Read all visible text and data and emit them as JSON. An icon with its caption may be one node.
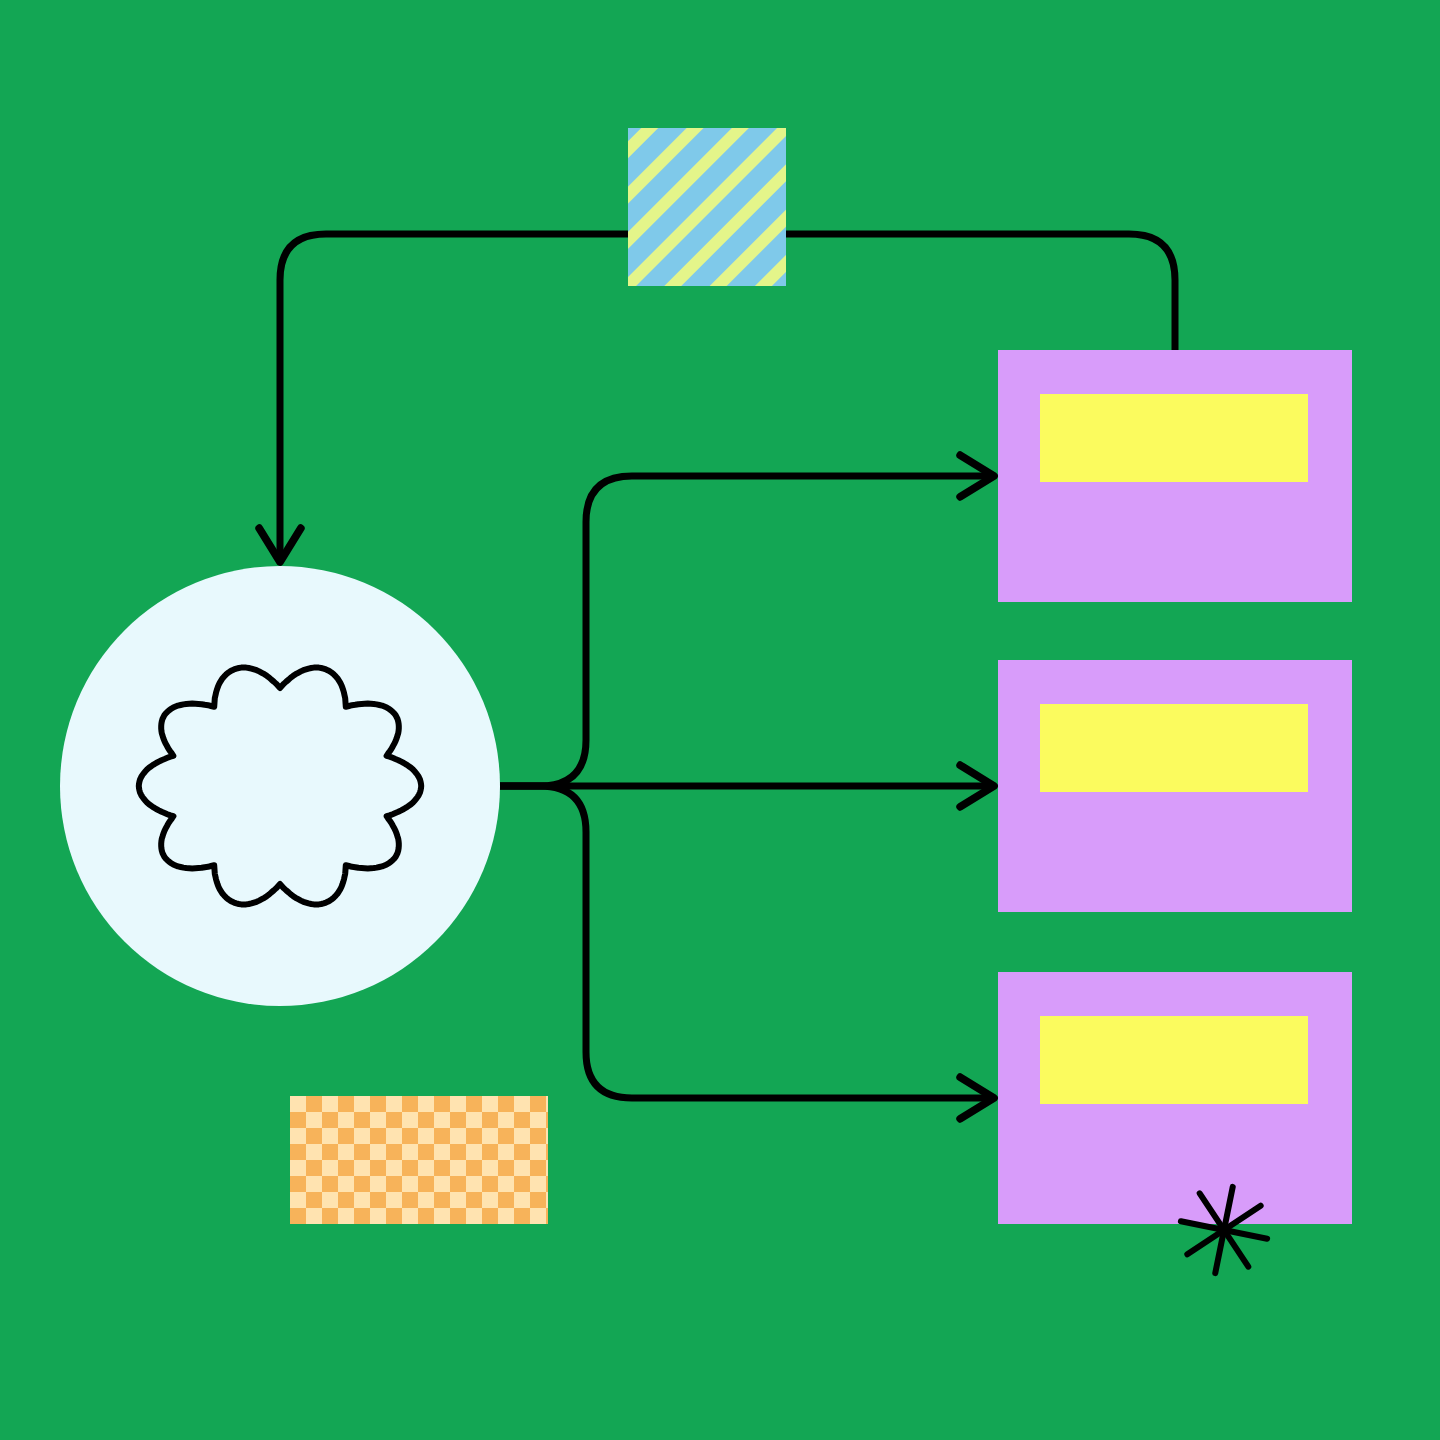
{
  "diagram": {
    "nodes": [
      {
        "text": [],
        "shape": "circle"
      },
      {
        "text": [],
        "shape": "box"
      },
      {
        "text": [],
        "shape": "box"
      },
      {
        "text": [],
        "shape": "box"
      },
      {
        "text": [],
        "shape": "box"
      }
    ],
    "edges": [
      {
        "from": 1,
        "to": 0,
        "arrow": "to"
      },
      {
        "from": 0,
        "to": 1,
        "arrow": "to"
      },
      {
        "from": 0,
        "to": 2,
        "arrow": "to"
      },
      {
        "from": 0,
        "to": 3,
        "arrow": "to"
      }
    ]
  }
}
